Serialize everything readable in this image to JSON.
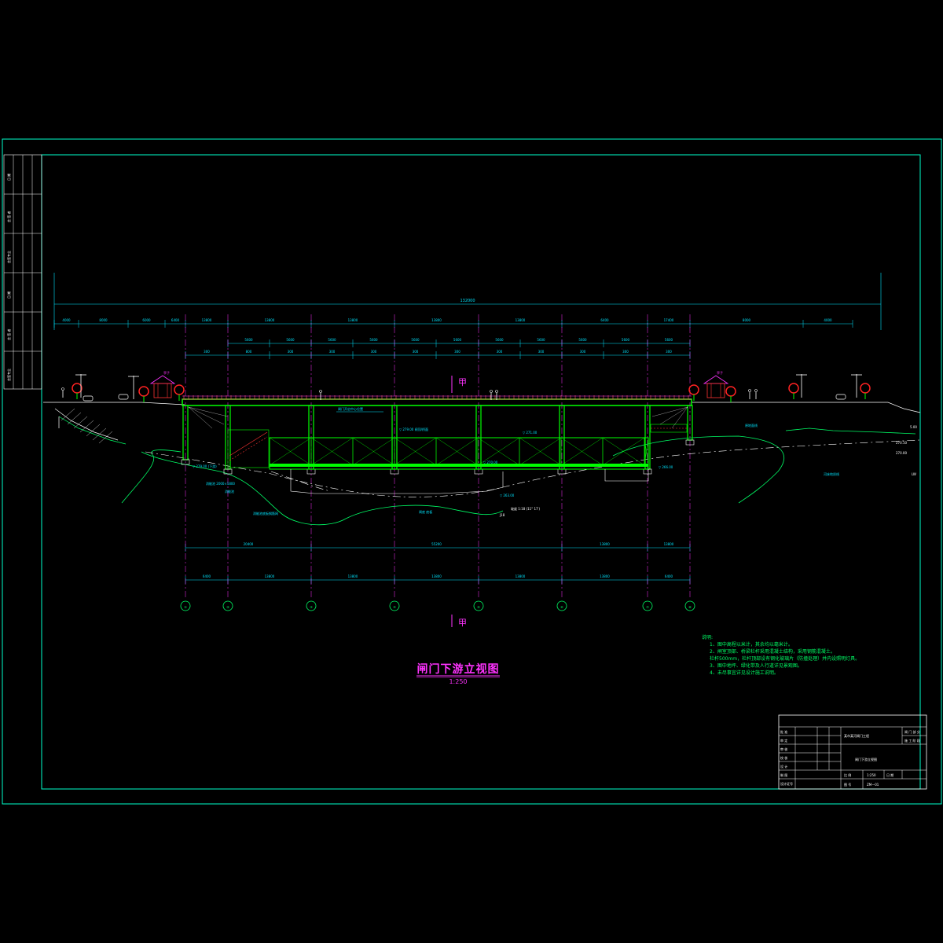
{
  "drawing": {
    "title": "闸门下游立视图",
    "scale": "1:250",
    "section_mark_top": "甲",
    "section_mark_bottom": "甲"
  },
  "colors": {
    "background": "#000000",
    "frame": "#00ffcc",
    "dimension": "#00e5ff",
    "axis": "#ff33ff",
    "structure": "#00ff00",
    "notes": "#00ff66",
    "title": "#ff33ff"
  },
  "side_strip": {
    "labels": [
      "日 期",
      "会 签 者",
      "会签专业",
      "日 期",
      "会 签 者",
      "会签专业"
    ]
  },
  "dimensions": {
    "overall": "132000",
    "top_row": [
      "4000",
      "8000",
      "6000",
      "6400",
      "13800",
      "13800",
      "13800",
      "13800",
      "13800",
      "6400",
      "17400",
      "8000",
      "4000"
    ],
    "second_row": [
      "5600",
      "5600",
      "5600",
      "5600",
      "5600",
      "5600",
      "5600",
      "5600",
      "5600",
      "5600",
      "5600"
    ],
    "third_row": [
      "300",
      "800",
      "300",
      "300",
      "300",
      "300",
      "300",
      "300",
      "300",
      "300",
      "300",
      "300"
    ],
    "bottom_row_1": [
      "20400",
      "55200",
      "13800",
      "13800"
    ],
    "bottom_row_2": [
      "6400",
      "13800",
      "13800",
      "13800",
      "13800",
      "13800",
      "6400"
    ]
  },
  "axis_labels": [
    "①",
    "②",
    "③",
    "④",
    "⑤",
    "⑥",
    "⑦",
    "⑧"
  ],
  "annotations": {
    "pavilion_left": "亭子",
    "pavilion_right": "亭子",
    "gate_label": "闸门开启中心位置",
    "elev_1": "▽ 279.00 闸顶/桥面",
    "elev_2": "▽ 271.00",
    "elev_3": "▽ 270.00",
    "elev_4": "▽ 266.00",
    "elev_5": "▽ 263.00",
    "elev_left": "▽ 279.00 (下游)",
    "note_left_1": "消能池 2000×1800",
    "note_left_2": "消能池",
    "note_left_3": "消能池底板钢筋网",
    "note_center": "闸底 底板",
    "note_slope": "坡度 1:18 (11° 17′)",
    "note_j": "J18",
    "note_right_1": "原地面线",
    "note_right_2": "河床地质线",
    "right_elev_1": "5.00",
    "right_elev_2": "270.10",
    "right_elev_3": "270.00",
    "right_elev_4": "LW"
  },
  "notes": {
    "heading": "说明:",
    "items": [
      "1、图中高程以米计，其余均以毫米计。",
      "2、闸室顶部、桥梁栏杆采用混凝土结构，采用钢筋混凝土。",
      "   栏杆500mm，栏杆顶部设有钢化玻璃片（防撞处理）并内设照明灯具。",
      "3、图中地坪、绿化带及人行道详见景观图。",
      "4、未尽事宜详见设计施工说明。"
    ]
  },
  "title_block": {
    "rows_left": [
      "批 准",
      "审 定",
      "审 核",
      "校 核",
      "设 计",
      "制 图",
      "设计证号"
    ],
    "project": "某市某河闸门工程",
    "stage_1": "闸 门 部 分",
    "stage_2": "施 工 阶 段",
    "drawing_name": "闸门下游立视图",
    "scale_label": "比 例",
    "scale_value": "1:250",
    "date_label": "日 期",
    "number_label": "图 号",
    "number_value": "ZM—01"
  }
}
